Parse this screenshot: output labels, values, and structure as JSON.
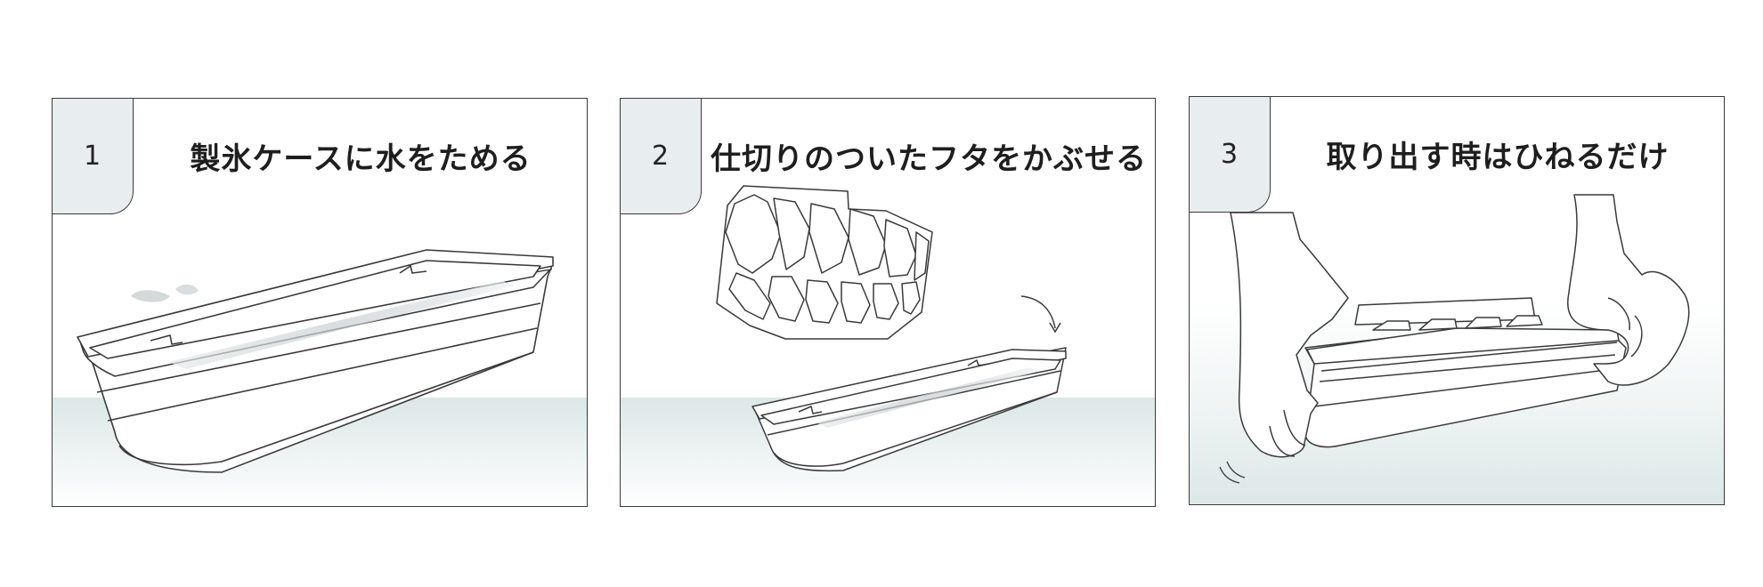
{
  "steps": [
    {
      "number": "1",
      "title": "製氷ケースに水をためる"
    },
    {
      "number": "2",
      "title": "仕切りのついたフタをかぶせる"
    },
    {
      "number": "3",
      "title": "取り出す時はひねるだけ"
    }
  ],
  "colors": {
    "outline": "#3a3a3a",
    "badge_fill": "#e8edf0",
    "floor_tint": "#dbe7e6",
    "water": "#bfc6c8"
  },
  "icons": [
    "ice-case-illustration",
    "divider-lid-illustration",
    "curved-arrow-icon",
    "hands-twisting-illustration",
    "motion-lines-icon"
  ]
}
